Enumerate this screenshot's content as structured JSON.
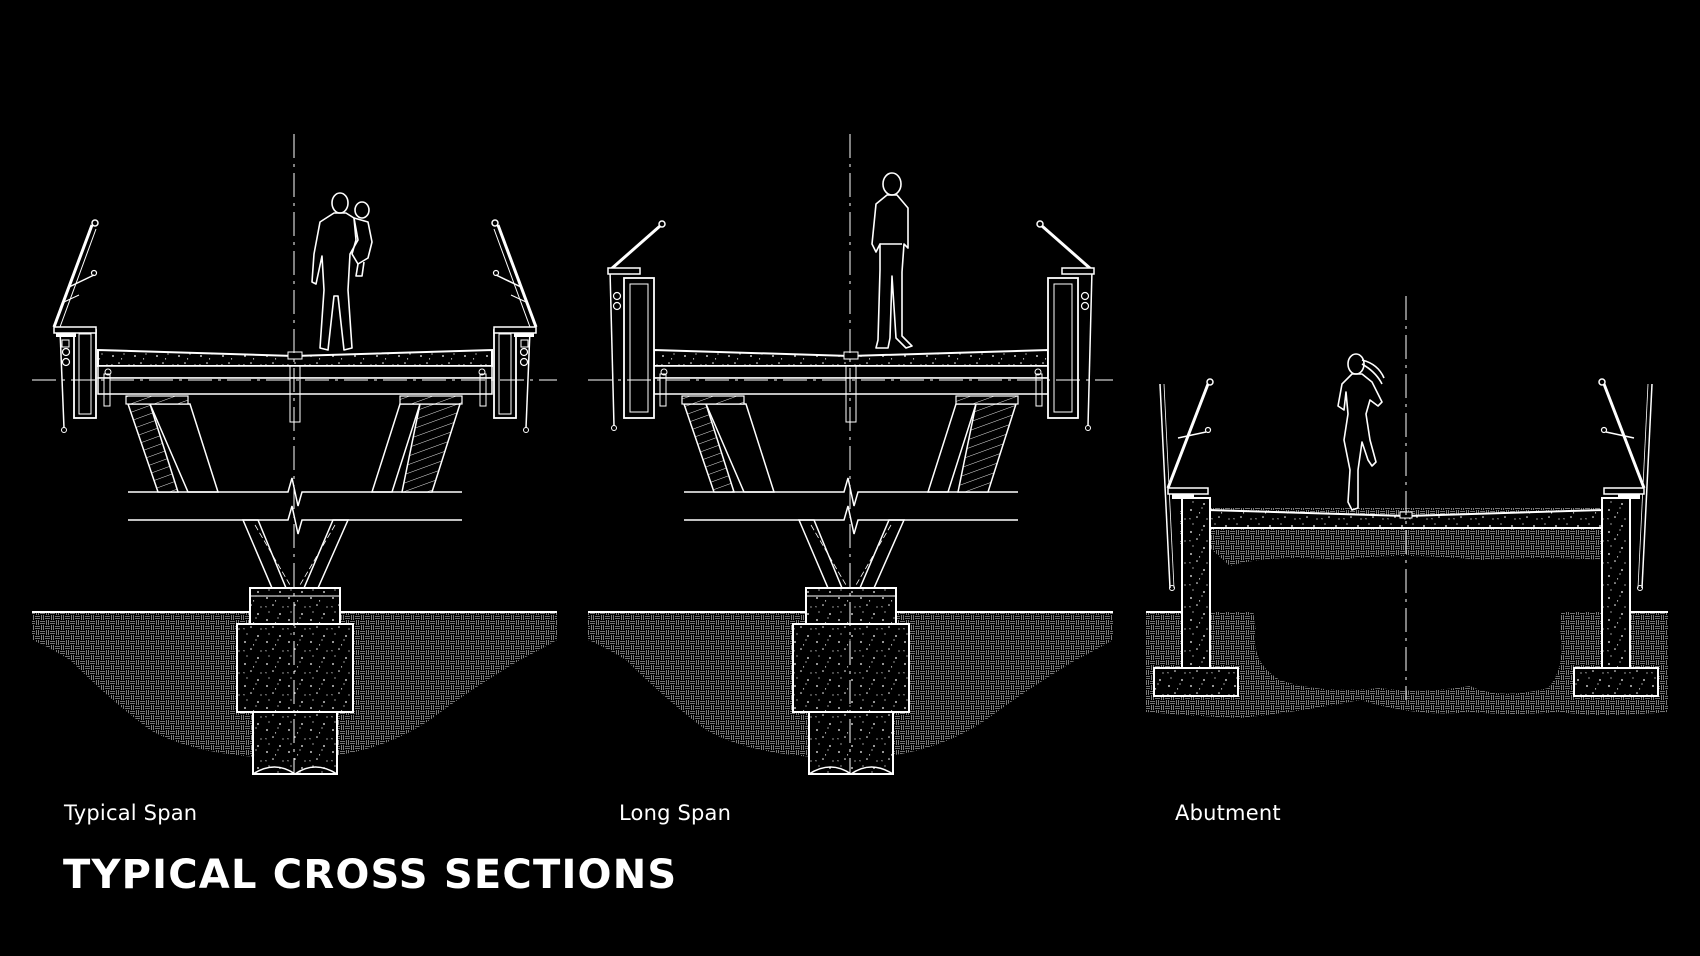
{
  "sections": [
    {
      "id": "typical",
      "caption": "Typical Span"
    },
    {
      "id": "long",
      "caption": "Long Span"
    },
    {
      "id": "abutment",
      "caption": "Abutment"
    }
  ],
  "title": "TYPICAL CROSS SECTIONS",
  "colors": {
    "background": "#000000",
    "linework": "#ffffff",
    "ground": "#9a9a9a"
  },
  "icons": [
    "person-carrying-child-icon",
    "person-standing-icon",
    "person-running-icon"
  ]
}
